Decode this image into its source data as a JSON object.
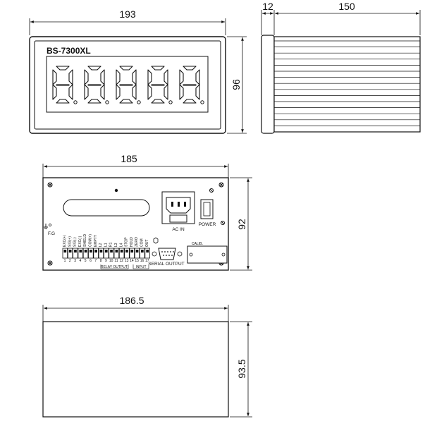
{
  "front_view": {
    "model": "BS-7300XL",
    "width_dim": "193",
    "height_dim": "96",
    "digits": [
      "8.",
      "8.",
      "8.",
      "8.",
      "8."
    ]
  },
  "side_view": {
    "bezel_dim": "12",
    "depth_dim": "150"
  },
  "rear_view": {
    "width_dim": "185",
    "height_dim": "92",
    "fg_label": "F.G",
    "ac_in_label": "AC IN",
    "power_label": "POWER",
    "serial_label": "SERIAL OUTPUT",
    "calib_label": "CALIB.",
    "relay_output_label": "RELAY OUTPUT",
    "input_label": "INPUT",
    "terminal_labels": [
      "EXC(+)",
      "SIG(+)",
      "SIG(-)",
      "EXC(-)",
      "SHIELD",
      "COM(+)",
      "EMPTY",
      "L2",
      "L1",
      "R1",
      "L3",
      "L4",
      "STOP",
      "HOLD",
      "ZERO",
      "COM",
      "OUT"
    ],
    "terminal_numbers": [
      "1",
      "2",
      "3",
      "4",
      "5",
      "6",
      "7",
      "8",
      "9",
      "10",
      "11",
      "12",
      "13",
      "14",
      "15",
      "16",
      "17"
    ]
  },
  "cutout_view": {
    "width_dim": "186.5",
    "height_dim": "93.5"
  }
}
